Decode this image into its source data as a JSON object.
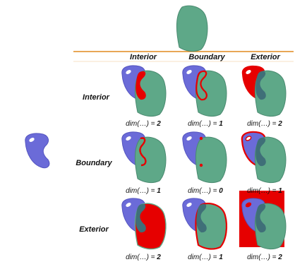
{
  "columns": [
    "Interior",
    "Boundary",
    "Exterior"
  ],
  "rows": [
    "Interior",
    "Boundary",
    "Exterior"
  ],
  "dims": [
    {
      "prefix": "dim(…) = ",
      "value": "2"
    },
    {
      "prefix": "dim(…) = ",
      "value": "1"
    },
    {
      "prefix": "dim(…) = ",
      "value": "2"
    },
    {
      "prefix": "dim(…) = ",
      "value": "1"
    },
    {
      "prefix": "dim(…) = ",
      "value": "0"
    },
    {
      "prefix": "dim(…) = ",
      "value": "1"
    },
    {
      "prefix": "dim(…) = ",
      "value": "2"
    },
    {
      "prefix": "dim(…) = ",
      "value": "1"
    },
    {
      "prefix": "dim(…) = ",
      "value": "2"
    }
  ],
  "colors": {
    "shapeA": "#6b6bd8",
    "shapeB": "#5ea888",
    "highlight": "#e60000",
    "rule": "#e08a1e"
  }
}
